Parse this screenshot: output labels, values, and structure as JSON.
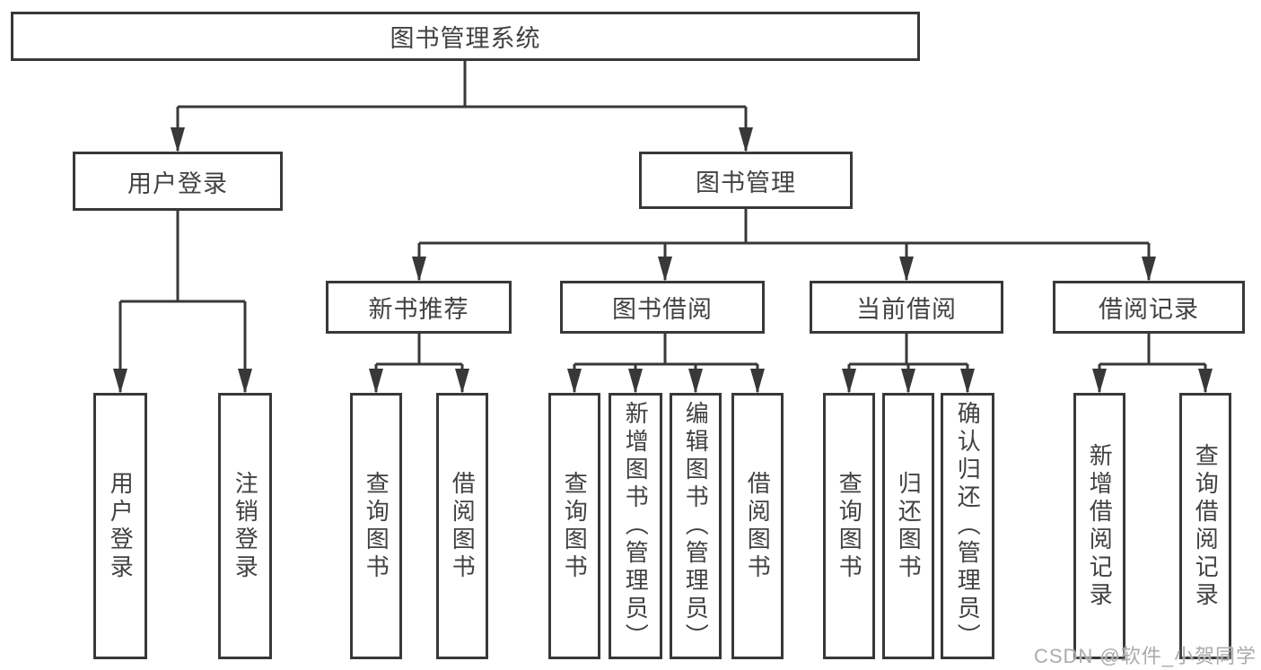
{
  "colors": {
    "background": "#ffffff",
    "line": "#383838",
    "text": "#414141",
    "watermark": "#ababab"
  },
  "root": {
    "label": "图书管理系统"
  },
  "branches": [
    {
      "label": "用户登录",
      "children": [
        {
          "label": "用户登录"
        },
        {
          "label": "注销登录"
        }
      ]
    },
    {
      "label": "图书管理",
      "children": [
        {
          "label": "新书推荐",
          "children": [
            {
              "label": "查询图书"
            },
            {
              "label": "借阅图书"
            }
          ]
        },
        {
          "label": "图书借阅",
          "children": [
            {
              "label": "查询图书"
            },
            {
              "label": "新增图书（管理员）"
            },
            {
              "label": "编辑图书（管理员）"
            },
            {
              "label": "借阅图书"
            }
          ]
        },
        {
          "label": "当前借阅",
          "children": [
            {
              "label": "查询图书"
            },
            {
              "label": "归还图书"
            },
            {
              "label": "确认归还（管理员）"
            }
          ]
        },
        {
          "label": "借阅记录",
          "children": [
            {
              "label": "新增借阅记录"
            },
            {
              "label": "查询借阅记录"
            }
          ]
        }
      ]
    }
  ],
  "watermark": {
    "text": "CSDN @软件_小贺同学"
  }
}
